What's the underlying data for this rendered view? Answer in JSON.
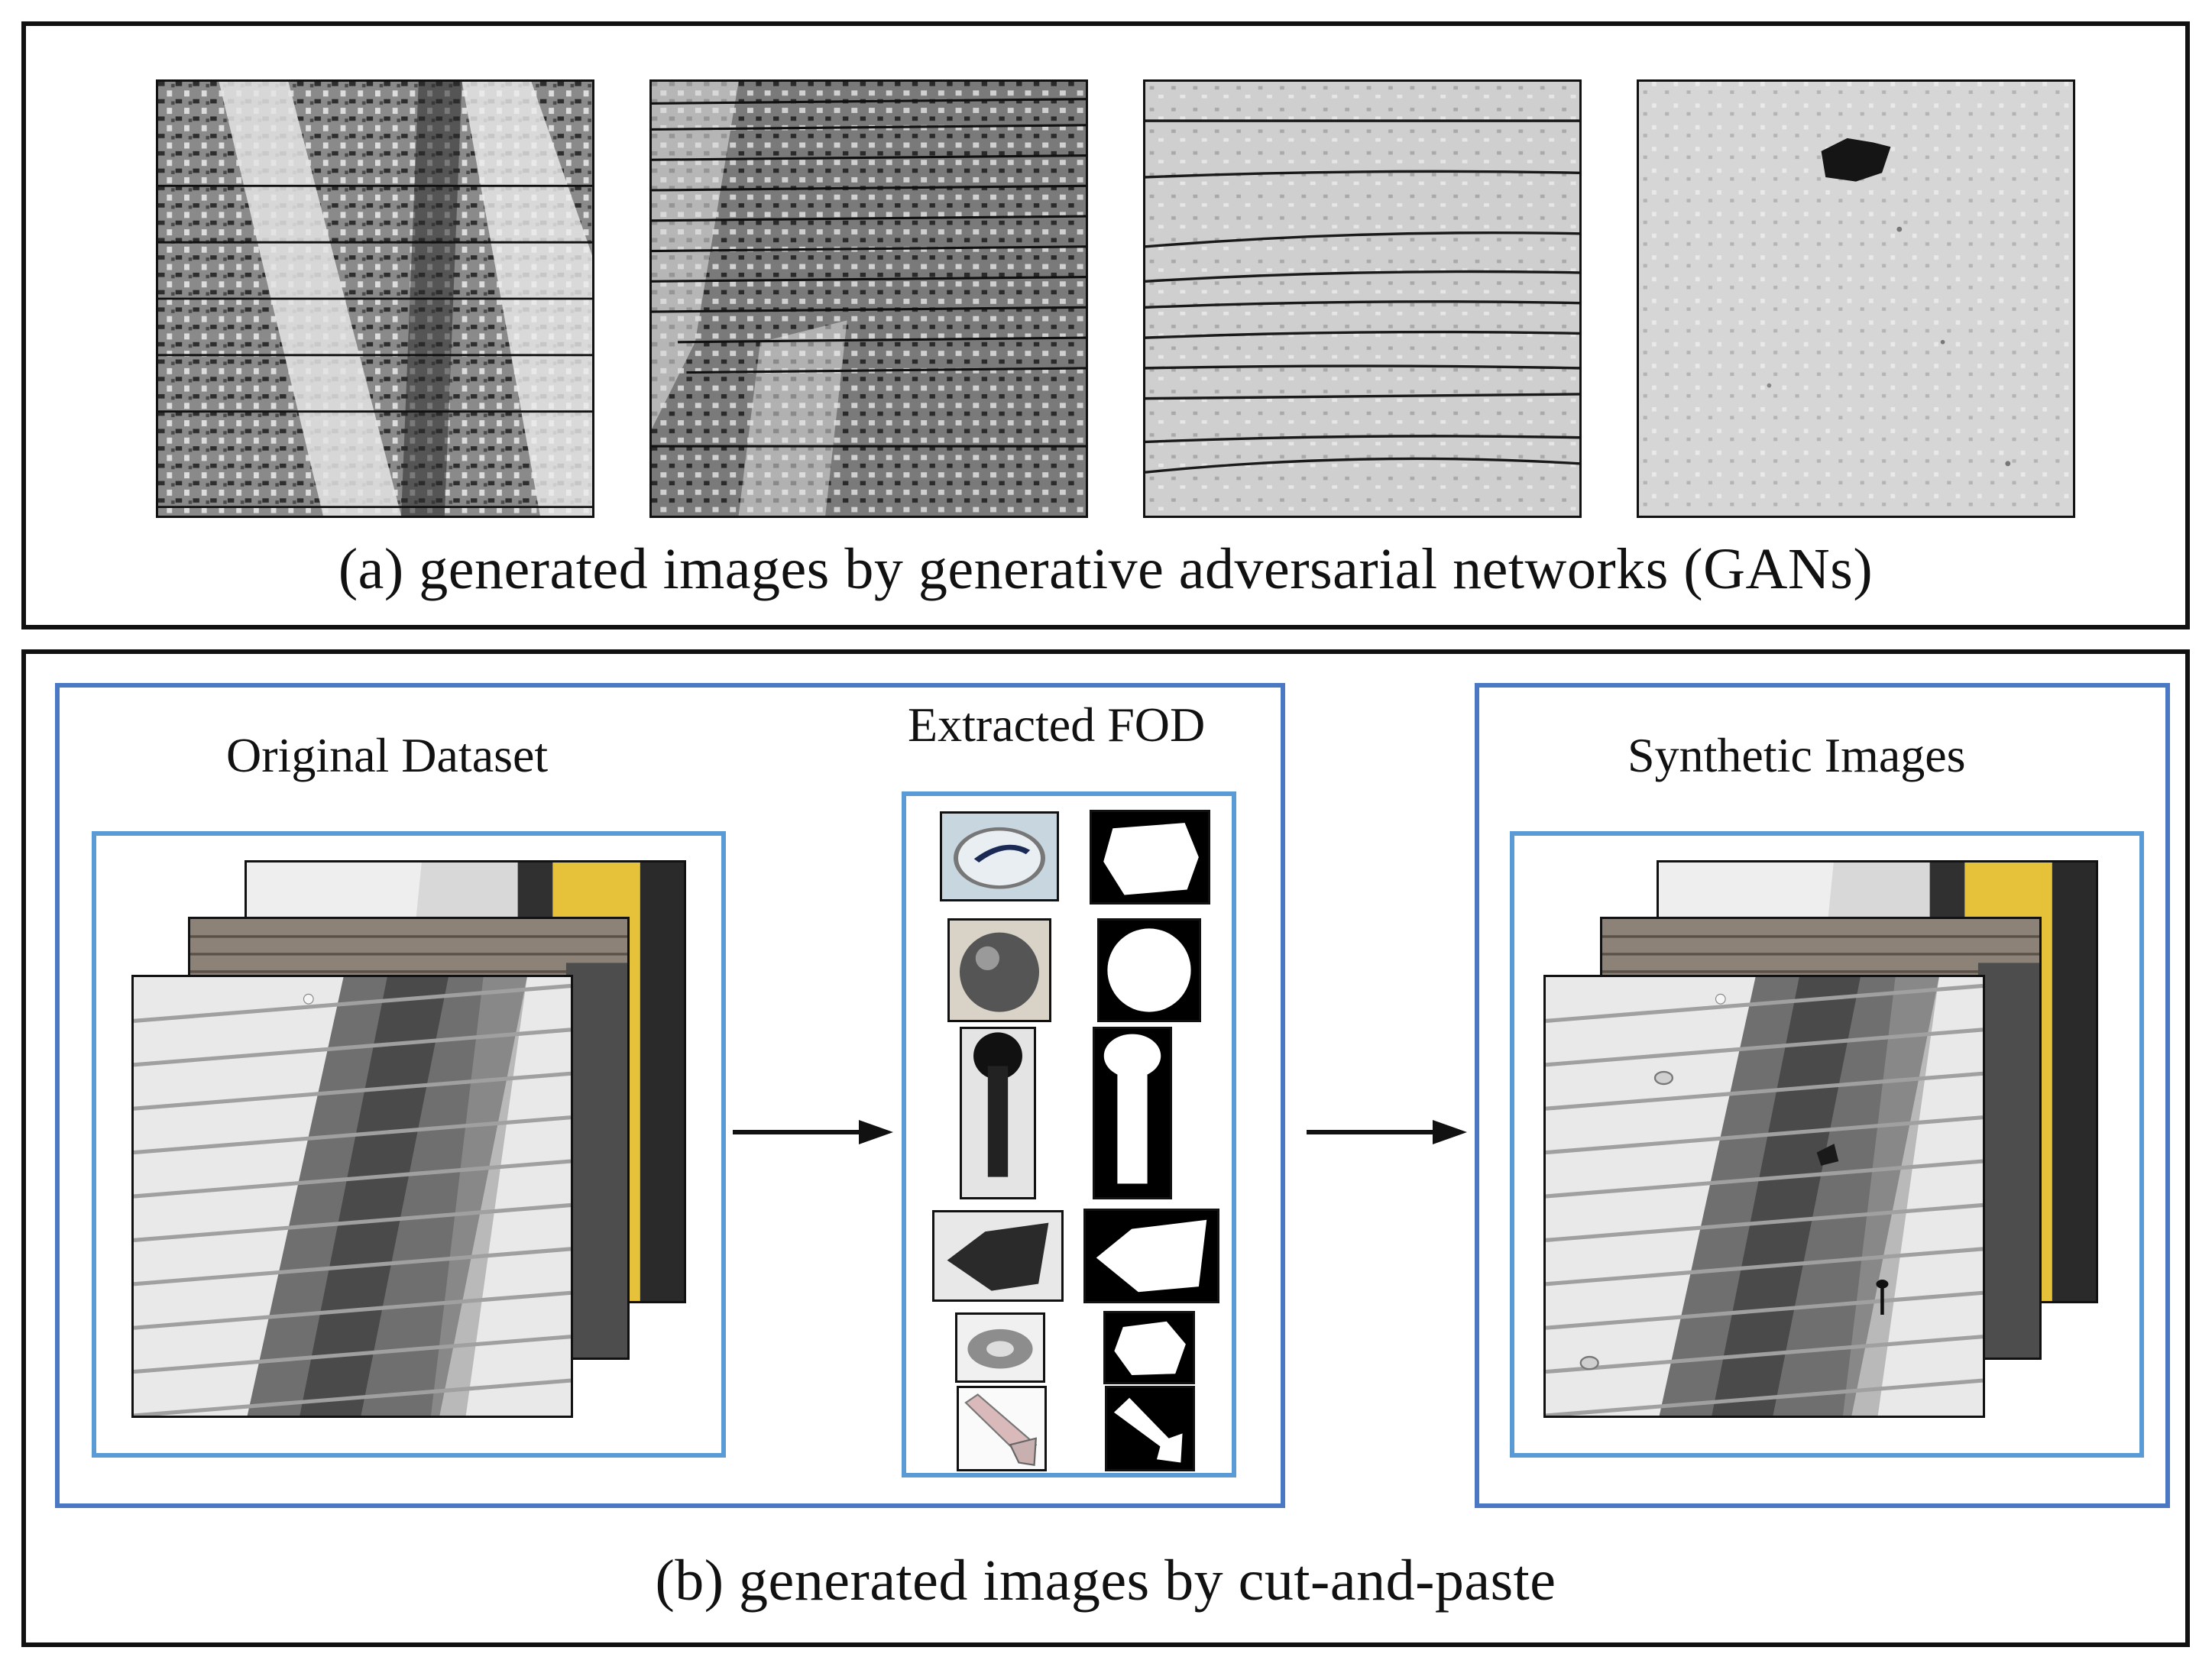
{
  "panel_a": {
    "caption": "(a) generated images by generative adversarial networks (GANs)",
    "images": [
      "gan-sample-1",
      "gan-sample-2",
      "gan-sample-3",
      "gan-sample-4"
    ]
  },
  "panel_b": {
    "caption": "(b) generated images by cut-and-paste",
    "original_label": "Original Dataset",
    "extracted_label": "Extracted FOD",
    "synthetic_label": "Synthetic Images"
  },
  "colors": {
    "frame": "#111111",
    "outer_blue": "#4a78c2",
    "inner_blue": "#5b9bd5"
  }
}
